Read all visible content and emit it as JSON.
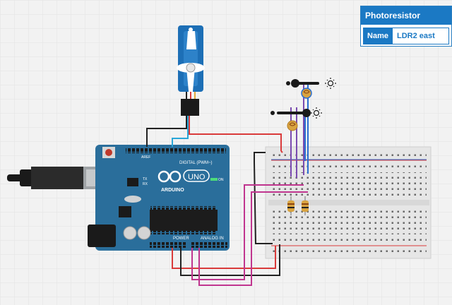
{
  "properties_panel": {
    "title": "Photoresistor",
    "name_label": "Name",
    "name_value": "LDR2 east"
  },
  "arduino": {
    "logo_text": "ARDUINO",
    "uno_text": "UNO",
    "digital_label": "DIGITAL (PWM~)",
    "power_label": "POWER",
    "analog_label": "ANALOG IN",
    "aref_label": "AREF",
    "tx_label": "TX",
    "rx_label": "RX",
    "on_label": "ON"
  },
  "colors": {
    "board": "#2a6e9b",
    "breadboard": "#e6e6e6",
    "wire_red": "#d93a3a",
    "wire_black": "#222222",
    "wire_magenta": "#c0358f",
    "wire_purple": "#7a4bb0",
    "wire_cyan": "#2aa7d8",
    "servo": "#1d6fb6"
  },
  "icons": [
    "sun-icon",
    "slider-knob-icon",
    "usb-connector-icon",
    "reset-button-icon"
  ]
}
